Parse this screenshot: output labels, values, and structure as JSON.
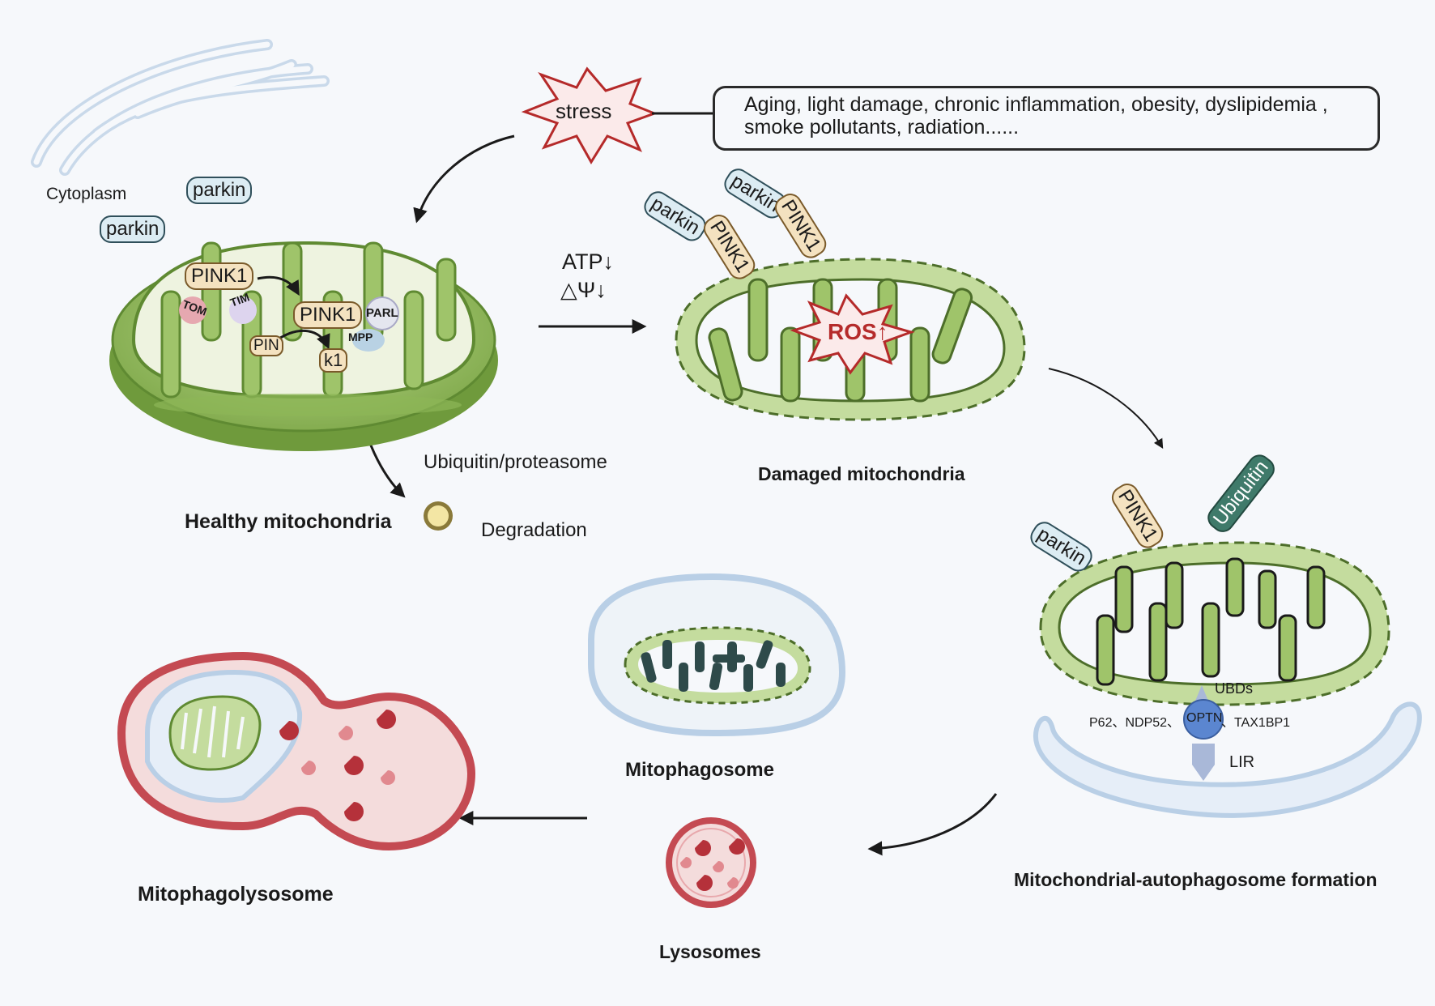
{
  "stress": {
    "label": "stress",
    "causes_line1": "Aging, light damage, chronic inflammation,  obesity, dyslipidemia ,",
    "causes_line2": "smoke pollutants, radiation......"
  },
  "cytoplasm": {
    "label": "Cytoplasm",
    "parkin_1": "parkin",
    "parkin_2": "parkin"
  },
  "healthy": {
    "title": "Healthy mitochondria",
    "pink1_outer": "PINK1",
    "pink1_inner": "PINK1",
    "tom": "TOM",
    "tim": "TIM",
    "parl": "PARL",
    "mpp": "MPP",
    "pin": "PIN",
    "k1": "k1"
  },
  "transition": {
    "atp": "ATP↓",
    "psi": "△Ψ↓"
  },
  "degradation": {
    "pathway": "Ubiquitin/proteasome",
    "label": "Degradation"
  },
  "damaged": {
    "title": "Damaged mitochondria",
    "ros": "ROS↑",
    "parkin_a": "parkin",
    "pink1_a": "PINK1",
    "parkin_b": "parkin",
    "pink1_b": "PINK1"
  },
  "formation": {
    "title": "Mitochondrial-autophagosome formation",
    "parkin": "parkin",
    "pink1": "PINK1",
    "ubiquitin": "Ubiquitin",
    "ubds": "UBDs",
    "receptors_left": "P62、NDP52、",
    "optn": "OPTN",
    "receptors_right": "、TAX1BP1",
    "lir": "LIR"
  },
  "mitophagosome": {
    "title": "Mitophagosome"
  },
  "lysosomes": {
    "title": "Lysosomes"
  },
  "mitophagolysosome": {
    "title": "Mitophagolysosome"
  },
  "colors": {
    "mito_green": "#9fc46a",
    "mito_dark": "#5f8a32",
    "membrane_blue": "#b9cfe6",
    "lysosome_red": "#c44a52",
    "lysosome_fill": "#f4dcdc",
    "stress_red": "#b52a2a"
  }
}
